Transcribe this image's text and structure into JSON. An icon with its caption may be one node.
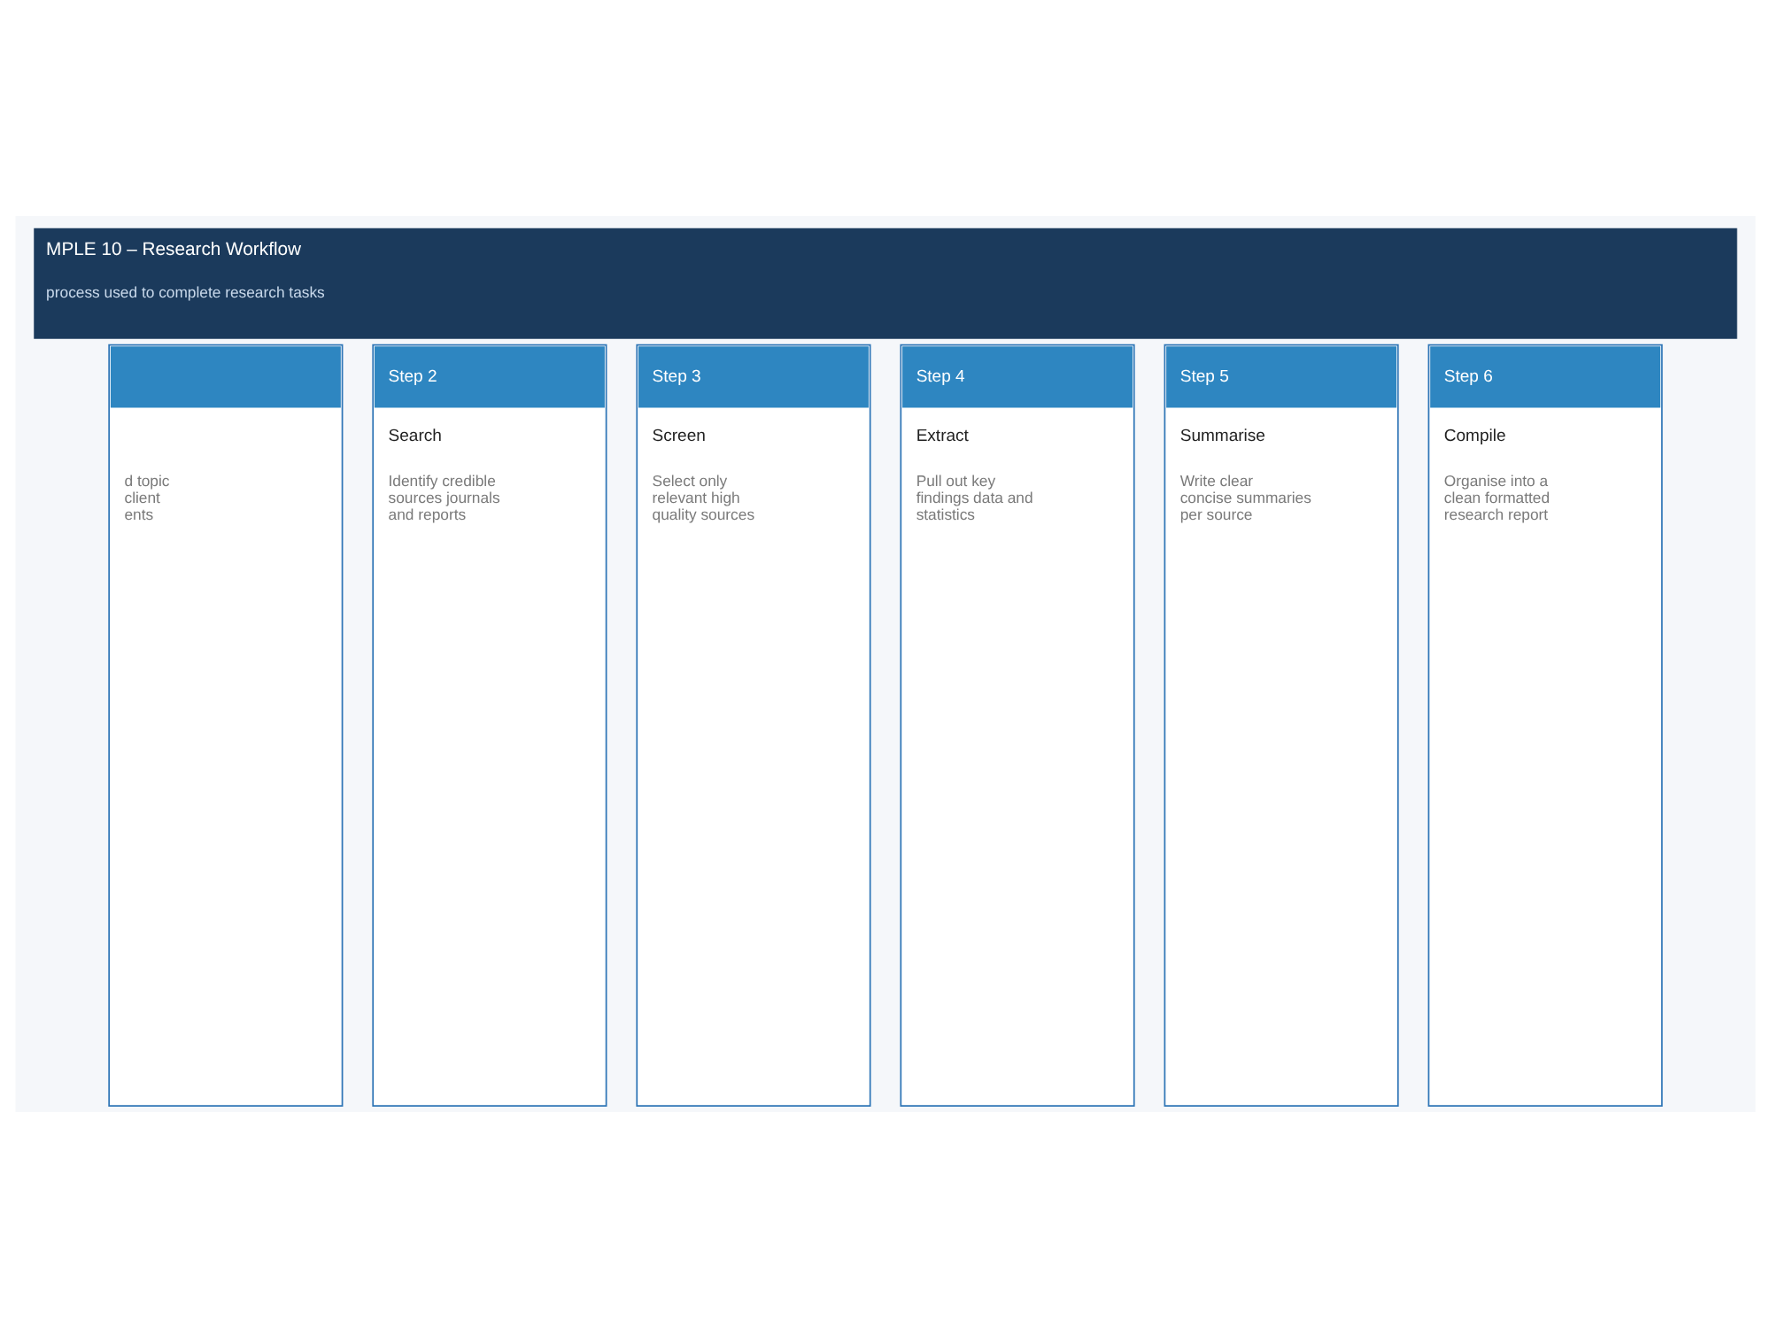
{
  "diagram": {
    "title": "MPLE 10 – Research Workflow",
    "caption": "process used to complete research tasks",
    "nodes": [
      {
        "text": [
          "d topic client ents"
        ]
      },
      {
        "text": [
          "Step 2",
          "Search",
          "Identify credible sources journals and reports"
        ]
      },
      {
        "text": [
          "Step 3",
          "Screen",
          "Select only relevant high quality sources"
        ]
      },
      {
        "text": [
          "Step 4",
          "Extract",
          "Pull out key findings data and statistics"
        ]
      },
      {
        "text": [
          "Step 5",
          "Summarise",
          "Write clear concise summaries per source"
        ]
      },
      {
        "text": [
          "Step 6",
          "Compile",
          "Organise into a clean formatted research report"
        ]
      }
    ]
  }
}
